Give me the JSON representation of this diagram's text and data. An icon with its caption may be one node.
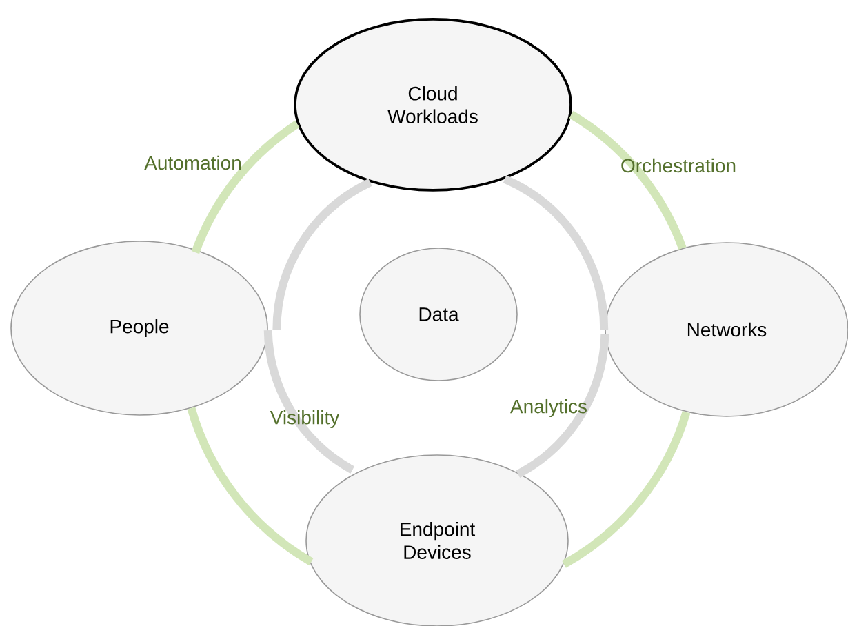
{
  "diagram": {
    "nodes": [
      {
        "text": [
          "Cloud Workloads"
        ]
      },
      {
        "text": [
          "People"
        ]
      },
      {
        "text": [
          "Data"
        ]
      },
      {
        "text": [
          "Networks"
        ]
      },
      {
        "text": [
          "Endpoint Devices"
        ]
      }
    ],
    "edges": [
      {
        "from": 0,
        "to": 1,
        "arrow": "none",
        "color": "#d2e6b8"
      },
      {
        "from": 0,
        "to": 3,
        "arrow": "none",
        "color": "#d2e6b8"
      },
      {
        "from": 1,
        "to": 4,
        "arrow": "none",
        "color": "#d2e6b8"
      },
      {
        "from": 3,
        "to": 4,
        "arrow": "none",
        "color": "#d2e6b8"
      },
      {
        "from": 0,
        "to": 1,
        "arrow": "none",
        "color": "#d9d9d9"
      },
      {
        "from": 0,
        "to": 3,
        "arrow": "none",
        "color": "#d9d9d9"
      },
      {
        "from": 1,
        "to": 4,
        "arrow": "none",
        "color": "#d9d9d9"
      },
      {
        "from": 3,
        "to": 4,
        "arrow": "none",
        "color": "#d9d9d9"
      }
    ],
    "labels": [
      "Automation",
      "Orchestration",
      "Visibility",
      "Analytics"
    ]
  }
}
